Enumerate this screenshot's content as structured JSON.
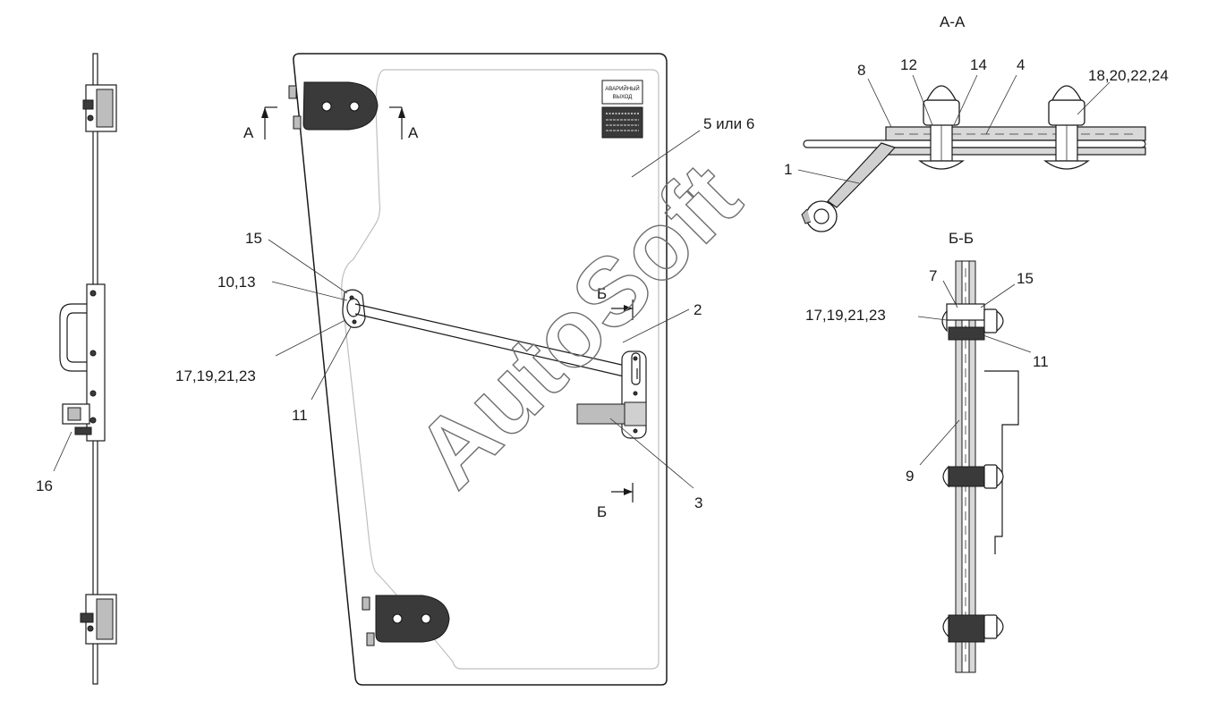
{
  "watermark": "AutoSoft",
  "sections": {
    "aa_title": "А-А",
    "bb_title": "Б-Б"
  },
  "front_view": {
    "section_marks": {
      "a_left": "А",
      "a_right": "А",
      "b_top": "Б",
      "b_bottom": "Б"
    },
    "callouts": {
      "c15": "15",
      "c10_13": "10,13",
      "c17_19_21_23": "17,19,21,23",
      "c11": "11",
      "c2": "2",
      "c3": "3",
      "c5_6": "5 или 6"
    },
    "sign": {
      "line1": "АВАРИЙНЫЙ",
      "line2": "ВЫХОД"
    }
  },
  "side_view": {
    "callouts": {
      "c16": "16"
    }
  },
  "section_aa": {
    "callouts": {
      "c8": "8",
      "c12": "12",
      "c14": "14",
      "c4": "4",
      "c18_20_22_24": "18,20,22,24",
      "c1": "1"
    }
  },
  "section_bb": {
    "callouts": {
      "c7": "7",
      "c15": "15",
      "c17_19_21_23": "17,19,21,23",
      "c11": "11",
      "c9": "9"
    }
  }
}
